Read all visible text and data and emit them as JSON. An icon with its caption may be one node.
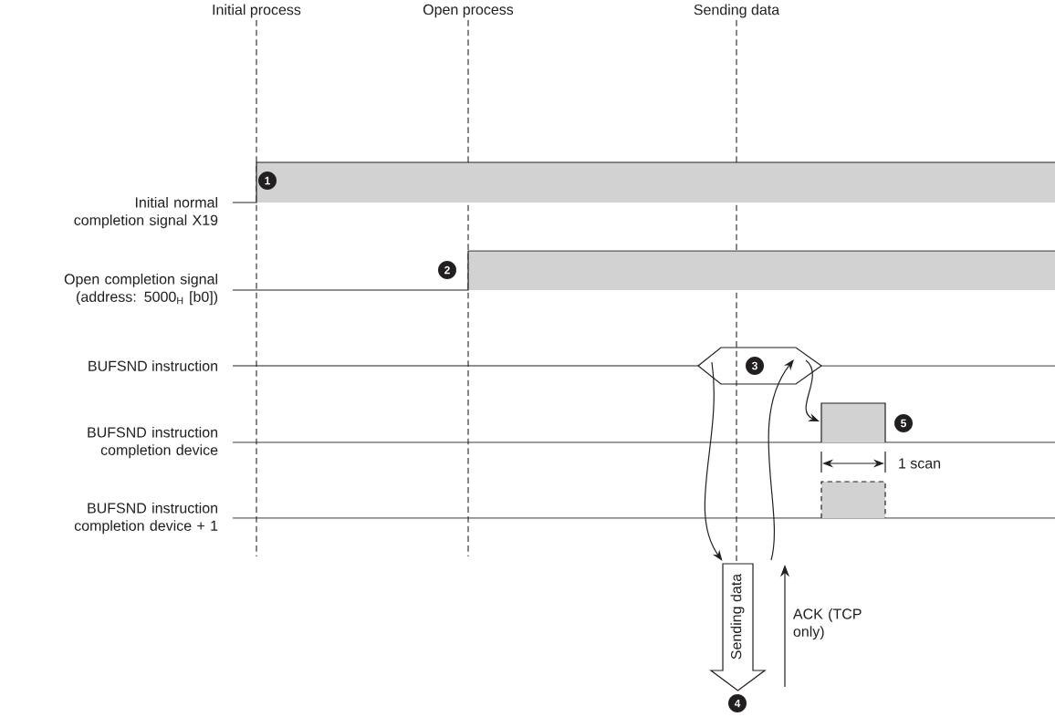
{
  "diagram": {
    "nodes": [
      {
        "text": [
          "3"
        ]
      },
      {
        "text": [],
        "shape": "bar",
        "beside": [
          "5"
        ]
      },
      {
        "text": [
          "Sending data"
        ],
        "beside": [
          "4"
        ]
      },
      {
        "text": [],
        "shape": "bar"
      }
    ],
    "edges": [
      {
        "from": 0,
        "to": 2,
        "arrow": "to"
      },
      {
        "from": null,
        "to": 0,
        "arrow": "to"
      },
      {
        "from": 0,
        "to": 1,
        "arrow": "to"
      }
    ],
    "labels": [
      "Initial process",
      "Open process",
      "Sending data",
      "Initial normal completion signal X19",
      "1",
      "Open completion signal (address: 5000$_{H}$ [b0])",
      "2",
      "BUFSND instruction",
      "BUFSND instruction completion device",
      "1 scan",
      "BUFSND instruction completion device + 1",
      "ACK (TCP only)"
    ]
  }
}
